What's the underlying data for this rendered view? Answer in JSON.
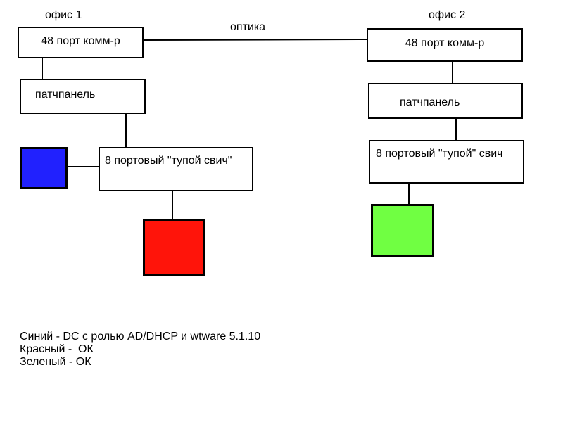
{
  "diagram": {
    "link_label": "оптика",
    "office1": {
      "title": "офис 1",
      "switch_label": "48 порт комм-р",
      "patch_label": "патчпанель",
      "dumb_switch_label": "8 портовый \"тупой свич\"",
      "blue_node_color": "#2121fe",
      "red_node_color": "#ff140a"
    },
    "office2": {
      "title": "офис 2",
      "switch_label": "48 порт комм-р",
      "patch_label": "патчпанель",
      "dumb_switch_label": "8 портовый \"тупой\" свич",
      "green_node_color": "#70ff42"
    },
    "line_color": "#000000"
  },
  "legend": {
    "lines": [
      "Синий - DC с ролью AD/DHCP и wtware 5.1.10",
      "Красный -  ОК",
      "Зеленый - ОК"
    ]
  }
}
